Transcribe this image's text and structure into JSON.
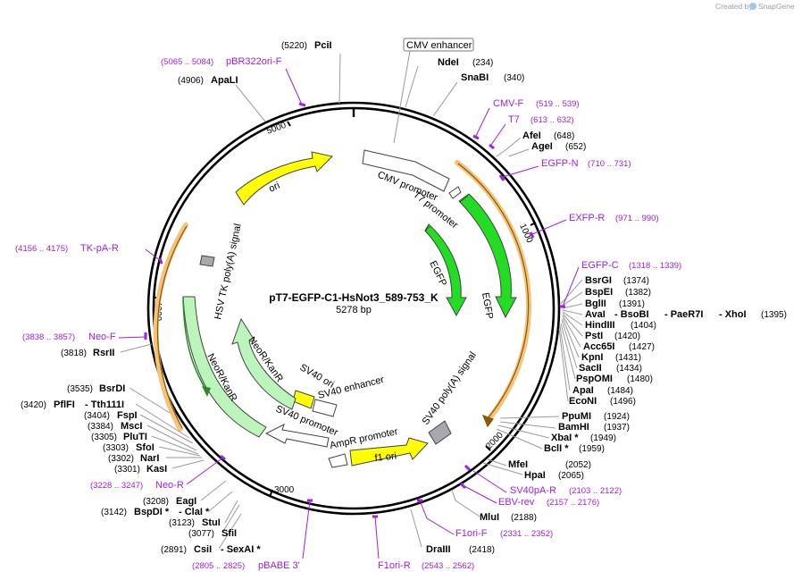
{
  "map": {
    "name": "pT7-EGFP-C1-HsNot3_589-753_K",
    "size": "5278 bp",
    "total_bp": 5278,
    "credit_prefix": "Created by",
    "credit_brand": "SnapGene",
    "ticks": [
      "1000",
      "2000",
      "3000",
      "4000",
      "5000"
    ]
  },
  "features": [
    {
      "label": "CMV enhancer",
      "style": "boxed"
    },
    {
      "label": "CMV promoter"
    },
    {
      "label": "T7 promoter"
    },
    {
      "label": "EGFP"
    },
    {
      "label": "EGFP"
    },
    {
      "label": "SV40 poly(A) signal"
    },
    {
      "label": "f1 ori"
    },
    {
      "label": "AmpR promoter"
    },
    {
      "label": "SV40 promoter"
    },
    {
      "label": "SV40 enhancer"
    },
    {
      "label": "SV40 ori"
    },
    {
      "label": "NeoR/KanR"
    },
    {
      "label": "NeoR/KanR"
    },
    {
      "label": "HSV TK poly(A) signal"
    },
    {
      "label": "ori"
    }
  ],
  "enzymes": [
    {
      "name": "PciI",
      "pos": "(5220)"
    },
    {
      "name": "NdeI",
      "pos": "(234)"
    },
    {
      "name": "SnaBI",
      "pos": "(340)"
    },
    {
      "name": "ApaLI",
      "pos": "(4906)"
    },
    {
      "name": "AfeI",
      "pos": "(648)"
    },
    {
      "name": "AgeI",
      "pos": "(652)"
    },
    {
      "name": "BsrGI",
      "pos": "(1374)"
    },
    {
      "name": "BspEI",
      "pos": "(1382)"
    },
    {
      "name": "BglII",
      "pos": "(1391)"
    },
    {
      "name": "AvaI",
      "extra1": "- BsoBI",
      "extra2": "- PaeR7I",
      "extra3": "- XhoI",
      "pos": "(1395)"
    },
    {
      "name": "HindIII",
      "pos": "(1404)"
    },
    {
      "name": "PstI",
      "pos": "(1420)"
    },
    {
      "name": "Acc65I",
      "pos": "(1427)"
    },
    {
      "name": "KpnI",
      "pos": "(1431)"
    },
    {
      "name": "SacII",
      "pos": "(1434)"
    },
    {
      "name": "PspOMI",
      "pos": "(1480)"
    },
    {
      "name": "ApaI",
      "pos": "(1484)"
    },
    {
      "name": "EcoNI",
      "pos": "(1496)"
    },
    {
      "name": "PpuMI",
      "pos": "(1924)"
    },
    {
      "name": "BamHI",
      "pos": "(1937)"
    },
    {
      "name": "XbaI *",
      "pos": "(1949)"
    },
    {
      "name": "BclI *",
      "pos": "(1959)"
    },
    {
      "name": "MfeI",
      "pos": "(2052)"
    },
    {
      "name": "HpaI",
      "pos": "(2065)"
    },
    {
      "name": "MluI",
      "pos": "(2188)"
    },
    {
      "name": "DraIII",
      "pos": "(2418)"
    },
    {
      "name": "CsiI",
      "extra1": "- SexAI *",
      "pos": "(2891)"
    },
    {
      "name": "SfiI",
      "pos": "(3077)"
    },
    {
      "name": "StuI",
      "pos": "(3123)"
    },
    {
      "name": "BspDI *",
      "extra1": "- ClaI *",
      "pos": "(3142)"
    },
    {
      "name": "EagI",
      "pos": "(3208)"
    },
    {
      "name": "KasI",
      "pos": "(3301)"
    },
    {
      "name": "NarI",
      "pos": "(3302)"
    },
    {
      "name": "SfoI",
      "pos": "(3303)"
    },
    {
      "name": "PluTI",
      "pos": "(3305)"
    },
    {
      "name": "MscI",
      "pos": "(3384)"
    },
    {
      "name": "FspI",
      "pos": "(3404)"
    },
    {
      "name": "PflFI",
      "extra1": "- Tth111I",
      "pos": "(3420)"
    },
    {
      "name": "BsrDI",
      "pos": "(3535)"
    },
    {
      "name": "RsrII",
      "pos": "(3818)"
    }
  ],
  "primers": [
    {
      "name": "pBR322ori-F",
      "pos": "(5065 .. 5084)"
    },
    {
      "name": "CMV-F",
      "pos": "(519 .. 539)"
    },
    {
      "name": "T7",
      "pos": "(613 .. 632)"
    },
    {
      "name": "EGFP-N",
      "pos": "(710 .. 731)"
    },
    {
      "name": "EXFP-R",
      "pos": "(971 .. 990)"
    },
    {
      "name": "EGFP-C",
      "pos": "(1318 .. 1339)"
    },
    {
      "name": "SV40pA-R",
      "pos": "(2103 .. 2122)"
    },
    {
      "name": "EBV-rev",
      "pos": "(2157 .. 2176)"
    },
    {
      "name": "F1ori-F",
      "pos": "(2331 .. 2352)"
    },
    {
      "name": "F1ori-R",
      "pos": "(2543 .. 2562)"
    },
    {
      "name": "pBABE 3'",
      "pos": "(2805 .. 2825)"
    },
    {
      "name": "Neo-R",
      "pos": "(3228 .. 3247)"
    },
    {
      "name": "Neo-F",
      "pos": "(3838 .. 3857)"
    },
    {
      "name": "TK-pA-R",
      "pos": "(4156 .. 4175)"
    }
  ],
  "colors": {
    "backbone": "#000000",
    "egfp": "#22dd22",
    "ori": "#ffff00",
    "neo": "#bbf5bb",
    "promoter": "#ffffff",
    "polyA": "#a6a9ad",
    "orf_highlight": "#f5c27a",
    "primer": "#a020e0",
    "leader": "#9a9a9a"
  }
}
